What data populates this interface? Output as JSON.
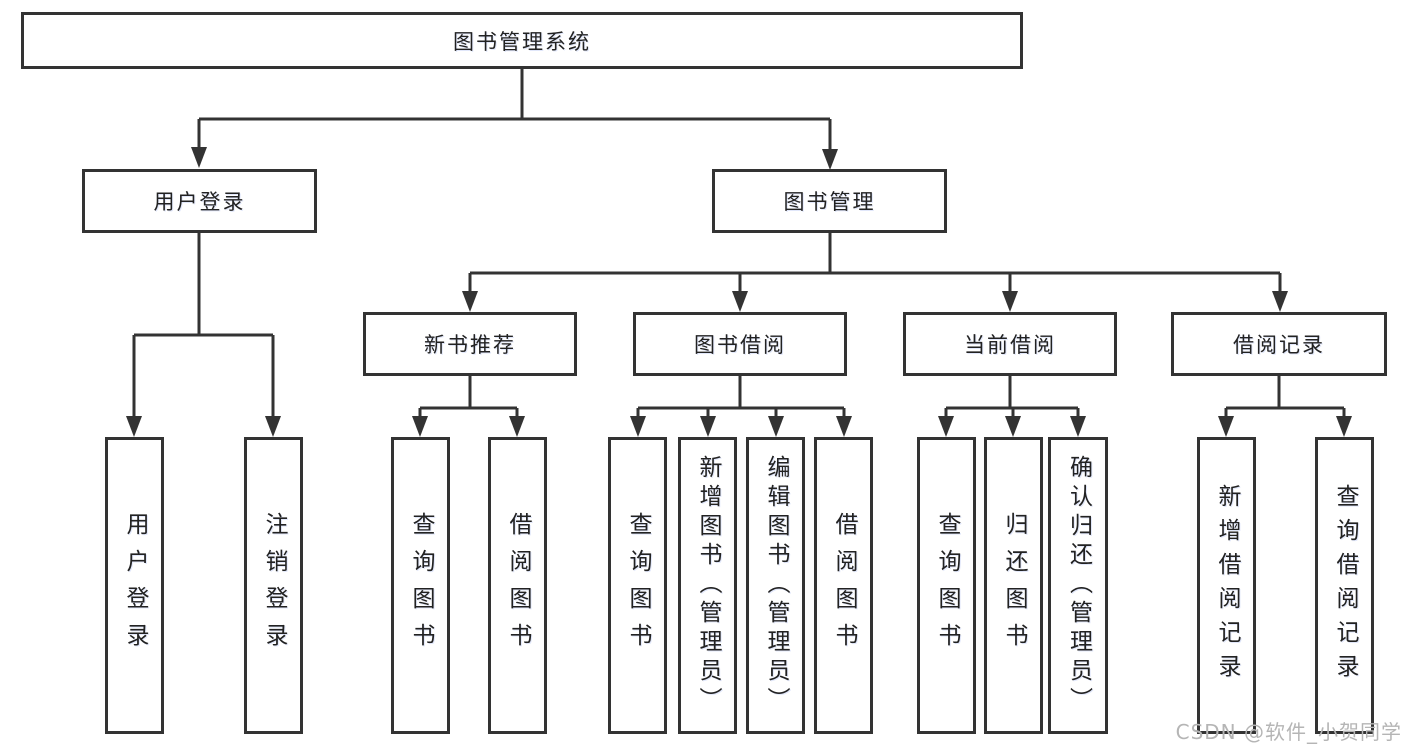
{
  "tree": {
    "root": {
      "label": "图书管理系统"
    },
    "branches": [
      {
        "label": "用户登录",
        "leaves": [
          {
            "label": "用户登录"
          },
          {
            "label": "注销登录"
          }
        ]
      },
      {
        "label": "图书管理",
        "children": [
          {
            "label": "新书推荐",
            "leaves": [
              {
                "label": "查询图书"
              },
              {
                "label": "借阅图书"
              }
            ]
          },
          {
            "label": "图书借阅",
            "leaves": [
              {
                "label": "查询图书"
              },
              {
                "label": "新增图书（管理员）"
              },
              {
                "label": "编辑图书（管理员）"
              },
              {
                "label": "借阅图书"
              }
            ]
          },
          {
            "label": "当前借阅",
            "leaves": [
              {
                "label": "查询图书"
              },
              {
                "label": "归还图书"
              },
              {
                "label": "确认归还（管理员）"
              }
            ]
          },
          {
            "label": "借阅记录",
            "leaves": [
              {
                "label": "新增借阅记录"
              },
              {
                "label": "查询借阅记录"
              }
            ]
          }
        ]
      }
    ]
  },
  "watermark": {
    "text": "CSDN @软件_小贺同学"
  },
  "colors": {
    "line": "#333333",
    "text": "#222222",
    "box_background": "#ffffff",
    "watermark": "#b5b5b5",
    "background": "#ffffff"
  }
}
